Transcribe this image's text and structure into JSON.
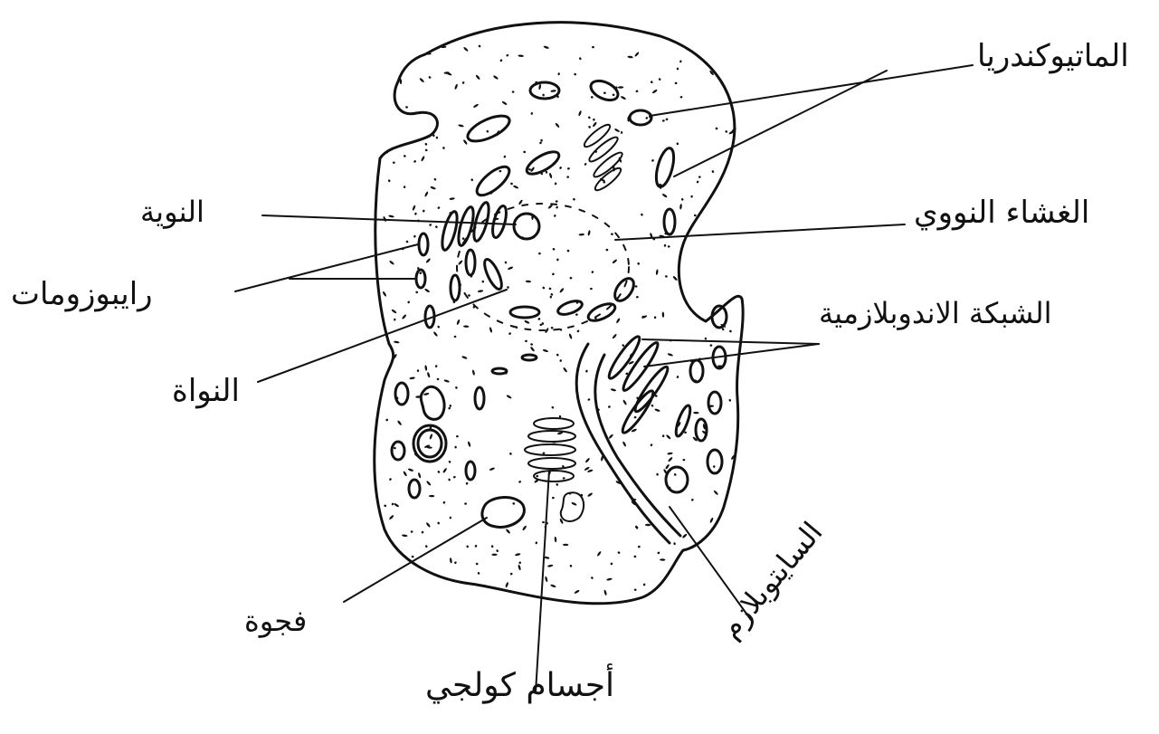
{
  "labels": {
    "mitochondria": "الماتيوكندريا",
    "nuclear_membrane": "الغشاء النووي",
    "nucleolus": "النوية",
    "ribosomes": "رايبوزومات",
    "nucleus": "النواة",
    "endoplasmic_reticulum": "الشبكة الاندوبلازمية",
    "vacuole": "فجوة",
    "golgi_bodies": "أجسام كولجي",
    "cytoplasm": "السايتوبلازم"
  },
  "colors": {
    "ink": "#111111",
    "background": "#ffffff"
  }
}
